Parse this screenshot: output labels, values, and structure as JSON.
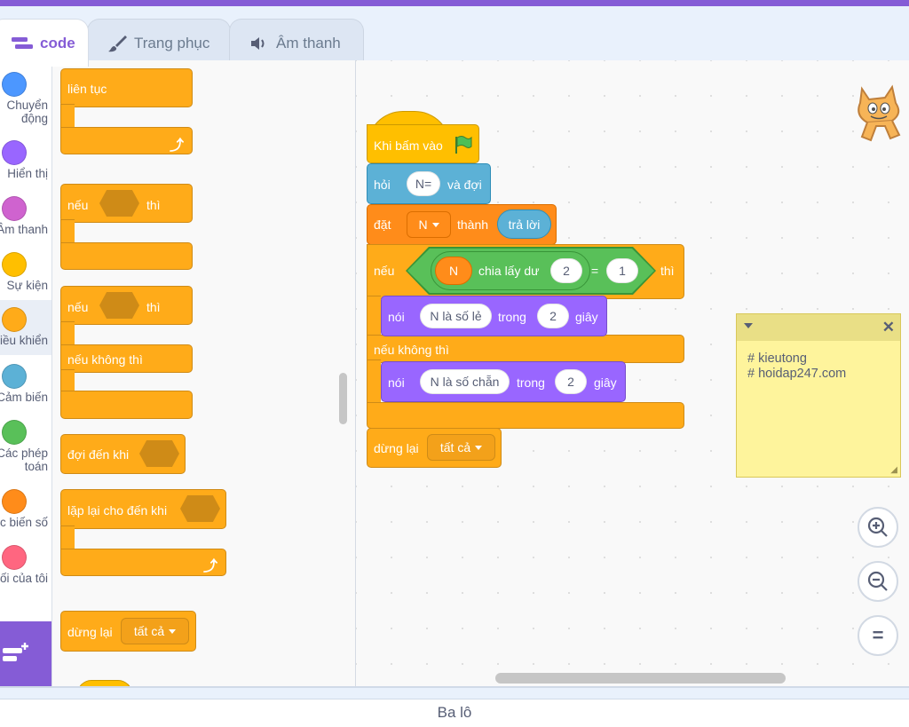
{
  "tabs": [
    {
      "label": "code",
      "icon": "code-icon"
    },
    {
      "label": "Trang phục",
      "icon": "brush-icon"
    },
    {
      "label": "Âm thanh",
      "icon": "speaker-icon"
    }
  ],
  "categories": [
    {
      "label1": "Chuyển",
      "label2": "động",
      "color": "#4c97ff"
    },
    {
      "label1": "Hiển thị",
      "label2": "",
      "color": "#9966ff"
    },
    {
      "label1": "Âm thanh",
      "label2": "",
      "color": "#cf63cf"
    },
    {
      "label1": "Sự kiện",
      "label2": "",
      "color": "#ffbf00"
    },
    {
      "label1": "Điều khiển",
      "label2": "",
      "color": "#ffab19"
    },
    {
      "label1": "Cảm biến",
      "label2": "",
      "color": "#5cb1d6"
    },
    {
      "label1": "Các phép",
      "label2": "toán",
      "color": "#59c059"
    },
    {
      "label1": "Các biến số",
      "label2": "",
      "color": "#ff8c1a"
    },
    {
      "label1": "Khối của tôi",
      "label2": "",
      "color": "#ff6680"
    }
  ],
  "palette": {
    "forever": "liên tục",
    "if_then": {
      "a": "nếu",
      "b": "thì"
    },
    "if_else": {
      "a": "nếu",
      "b": "thì",
      "else": "nếu không thì"
    },
    "wait_until": "đợi đến khi",
    "repeat_until": "lặp lại cho đến khi",
    "stop": {
      "label": "dừng lại",
      "option": "tất cả"
    }
  },
  "script": {
    "hat": "Khi bấm vào",
    "ask": {
      "label": "hỏi",
      "input": "N=",
      "tail": "và đợi"
    },
    "set": {
      "label": "đặt",
      "var": "N",
      "mid": "thành",
      "reporter": "trả lời"
    },
    "if": {
      "label": "nếu",
      "then": "thì",
      "var": "N",
      "op": "chia lấy dư",
      "mod": "2",
      "eq": "=",
      "val": "1"
    },
    "say1": {
      "label": "nói",
      "text": "N là số lẻ",
      "mid": "trong",
      "secs": "2",
      "unit": "giây"
    },
    "else": "nếu không thì",
    "say2": {
      "label": "nói",
      "text": "N là số chẵn",
      "mid": "trong",
      "secs": "2",
      "unit": "giây"
    },
    "stop": {
      "label": "dừng lại",
      "option": "tất cả"
    }
  },
  "note": {
    "line1": "# kieutong",
    "line2": "# hoidap247.com"
  },
  "zoom": {
    "reset": "="
  },
  "bottom": {
    "label": "Ba lô"
  }
}
